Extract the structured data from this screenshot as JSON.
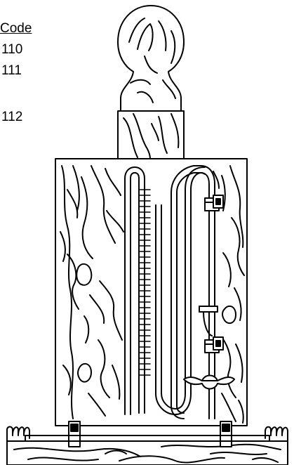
{
  "codes": {
    "header": "Code",
    "values": [
      "110",
      "111",
      "112"
    ]
  }
}
